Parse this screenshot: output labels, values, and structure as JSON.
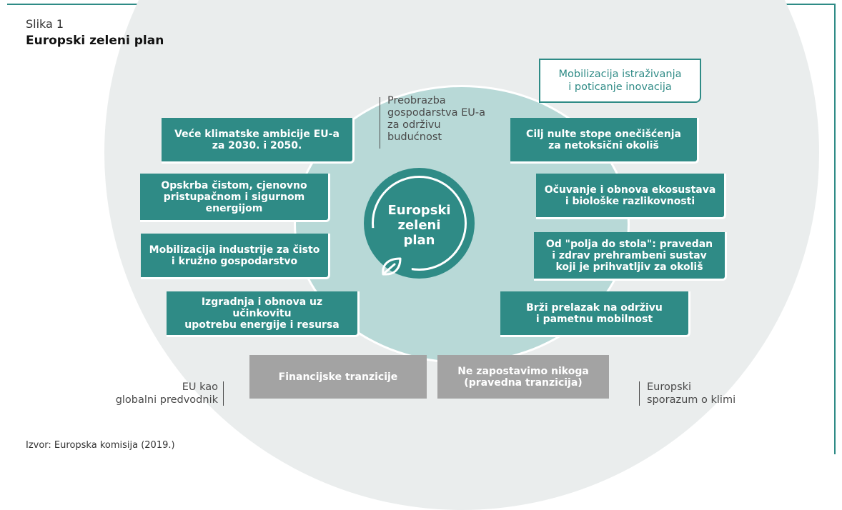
{
  "figure": {
    "label": "Slika 1",
    "title": "Europski zeleni plan",
    "source": "Izvor: Europska komisija (2019.)"
  },
  "center": {
    "line1": "Europski",
    "line2": "zeleni",
    "line3": "plan",
    "icon": "leaf-icon"
  },
  "ring_label": {
    "line1": "Preobrazba",
    "line2": "gospodarstva EU-a",
    "line3": "za održivu",
    "line4": "budućnost"
  },
  "left_boxes": [
    {
      "line1": "Veće klimatske ambicije EU-a",
      "line2": "za 2030. i 2050."
    },
    {
      "line1": "Opskrba čistom, cjenovno",
      "line2": "pristupačnom i sigurnom",
      "line3": "energijom"
    },
    {
      "line1": "Mobilizacija industrije za čisto",
      "line2": "i kružno gospodarstvo"
    },
    {
      "line1": "Izgradnja i obnova uz učinkovitu",
      "line2": "upotrebu energije i resursa"
    }
  ],
  "right_boxes": [
    {
      "line1": "Cilj nulte stope onečišćenja",
      "line2": "za netoksični okoliš"
    },
    {
      "line1": "Očuvanje i obnova ekosustava",
      "line2": "i biološke razlikovnosti"
    },
    {
      "line1": "Od \"polja do stola\": pravedan",
      "line2": "i zdrav prehrambeni sustav",
      "line3": "koji je prihvatljiv za okoliš"
    },
    {
      "line1": "Brži prelazak na održivu",
      "line2": "i pametnu mobilnost"
    }
  ],
  "top_box": {
    "line1": "Mobilizacija istraživanja",
    "line2": "i poticanje inovacija"
  },
  "bottom_boxes": [
    {
      "line1": "Financijske tranzicije"
    },
    {
      "line1": "Ne zapostavimo nikoga",
      "line2": "(pravedna tranzicija)"
    }
  ],
  "side_labels": {
    "left": {
      "line1": "EU kao",
      "line2": "globalni predvodnik"
    },
    "right": {
      "line1": "Europski",
      "line2": "sporazum o klimi"
    }
  },
  "colors": {
    "teal": "#2f8b86",
    "ring": "#b8d9d7",
    "background_circle": "#eaeded",
    "gray_box": "#a3a3a3"
  }
}
